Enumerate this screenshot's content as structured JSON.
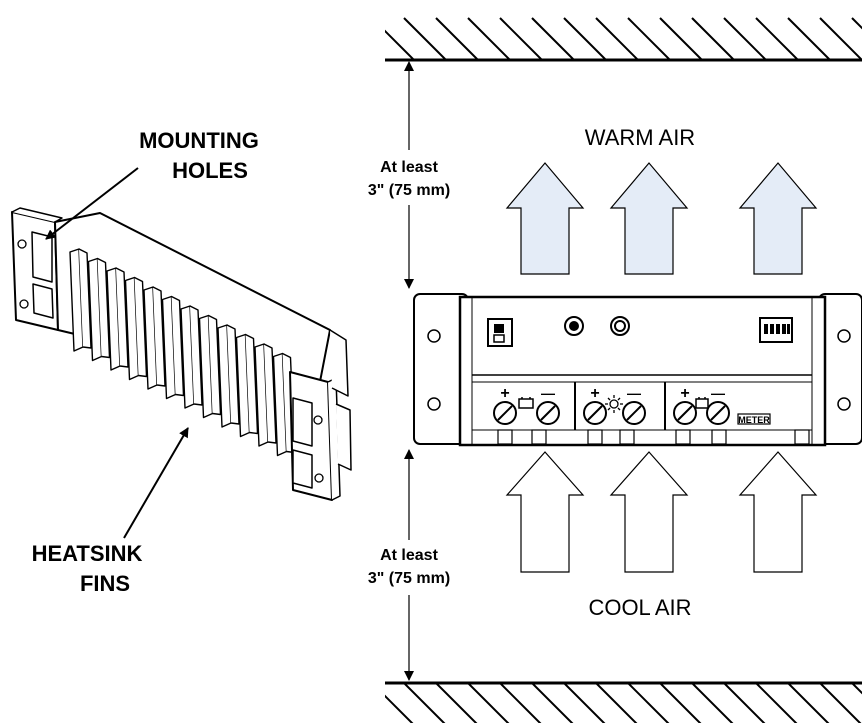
{
  "labels": {
    "mounting_line1": "MOUNTING",
    "mounting_line2": "HOLES",
    "heatsink_line1": "HEATSINK",
    "heatsink_line2": "FINS",
    "warm_air": "WARM AIR",
    "cool_air": "COOL AIR",
    "clearance_top_line1": "At least",
    "clearance_top_line2": "3\" (75 mm)",
    "clearance_bottom_line1": "At least",
    "clearance_bottom_line2": "3\" (75 mm)",
    "meter": "METER",
    "plus": "+",
    "minus": "—"
  },
  "colors": {
    "warm_arrow_fill": "#e4ecf7",
    "cool_arrow_fill": "#ffffff",
    "stroke": "#000000"
  }
}
